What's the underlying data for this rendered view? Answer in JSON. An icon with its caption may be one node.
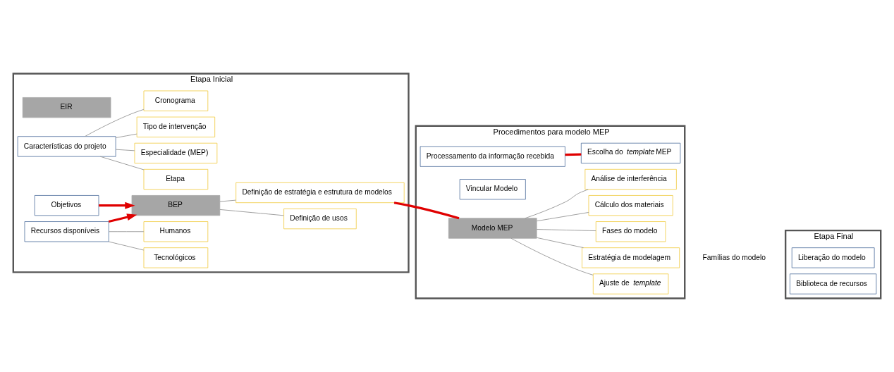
{
  "diagram": {
    "nodes": [
      {
        "text": [
          "Etapa Inicial"
        ]
      },
      {
        "text": [
          "EIR"
        ],
        "in": 0
      },
      {
        "text": [
          "Características do projeto"
        ],
        "in": 0
      },
      {
        "text": [
          "Objetivos"
        ],
        "in": 0
      },
      {
        "text": [
          "Recursos disponíveis"
        ],
        "in": 0
      },
      {
        "text": [
          "Etapa"
        ],
        "in": 0
      },
      {
        "text": [
          "Especialidade (MEP)"
        ],
        "in": 0
      },
      {
        "text": [
          "Tipo de intervenção"
        ],
        "in": 0
      },
      {
        "text": [
          "Cronograma"
        ],
        "in": 0
      },
      {
        "text": [
          "Tecnológicos"
        ],
        "in": 0
      },
      {
        "text": [
          "Humanos"
        ],
        "in": 0
      },
      {
        "text": [
          "BEP"
        ],
        "in": 0
      },
      {
        "text": [
          "Definição de usos"
        ],
        "in": 0
      },
      {
        "text": [
          "Definição de estratégia e estrutura de modelos"
        ],
        "in": 0
      },
      {
        "text": [
          "Procedimentos para modelo MEP"
        ]
      },
      {
        "text": [
          "Processamento da informação recebida"
        ],
        "in": 14
      },
      {
        "text": [
          "Escolha do *template* MEP"
        ],
        "in": 14
      },
      {
        "text": [
          "Vincular Modelo"
        ],
        "in": 14
      },
      {
        "text": [
          "Modelo MEP"
        ],
        "in": 14
      },
      {
        "text": [
          "Ajuste de *template*"
        ],
        "in": 14
      },
      {
        "text": [
          "Estratégia de modelagem"
        ],
        "in": 14
      },
      {
        "text": [
          "Fases do modelo"
        ],
        "in": 14
      },
      {
        "text": [
          "Cálculo dos materiais"
        ],
        "in": 14
      },
      {
        "text": [
          "Análise de interferência"
        ],
        "in": 14
      },
      {
        "text": [
          "Etapa Final"
        ]
      },
      {
        "text": [
          "Liberação do modelo"
        ],
        "in": 24
      },
      {
        "text": [
          "Biblioteca de recursos"
        ],
        "in": 24
      }
    ],
    "edges": [
      {
        "from": 2,
        "to": 5,
        "arrow": "none"
      },
      {
        "from": 2,
        "to": 6,
        "arrow": "none"
      },
      {
        "from": 2,
        "to": 7,
        "arrow": "none"
      },
      {
        "from": 2,
        "to": 8,
        "arrow": "none"
      },
      {
        "from": 4,
        "to": 9,
        "arrow": "none"
      },
      {
        "from": 4,
        "to": 10,
        "arrow": "none"
      },
      {
        "from": 3,
        "to": 11,
        "arrow": "to",
        "style": "thick",
        "color": "#e00000"
      },
      {
        "from": 4,
        "to": 11,
        "arrow": "to",
        "style": "thick",
        "color": "#e00000"
      },
      {
        "from": 11,
        "to": 12,
        "arrow": "none"
      },
      {
        "from": 11,
        "to": 13,
        "arrow": "none"
      },
      {
        "from": 13,
        "to": 18,
        "arrow": "none",
        "style": "thick",
        "color": "#e00000"
      },
      {
        "from": 15,
        "to": 16,
        "arrow": "none",
        "style": "thick",
        "color": "#e00000"
      },
      {
        "from": 18,
        "to": 19,
        "arrow": "none"
      },
      {
        "from": 18,
        "to": 20,
        "arrow": "none"
      },
      {
        "from": 18,
        "to": 21,
        "arrow": "none"
      },
      {
        "from": 18,
        "to": 22,
        "arrow": "none"
      },
      {
        "from": 18,
        "to": 23,
        "arrow": "none"
      }
    ],
    "labels": [
      "Famílias do modelo"
    ]
  }
}
